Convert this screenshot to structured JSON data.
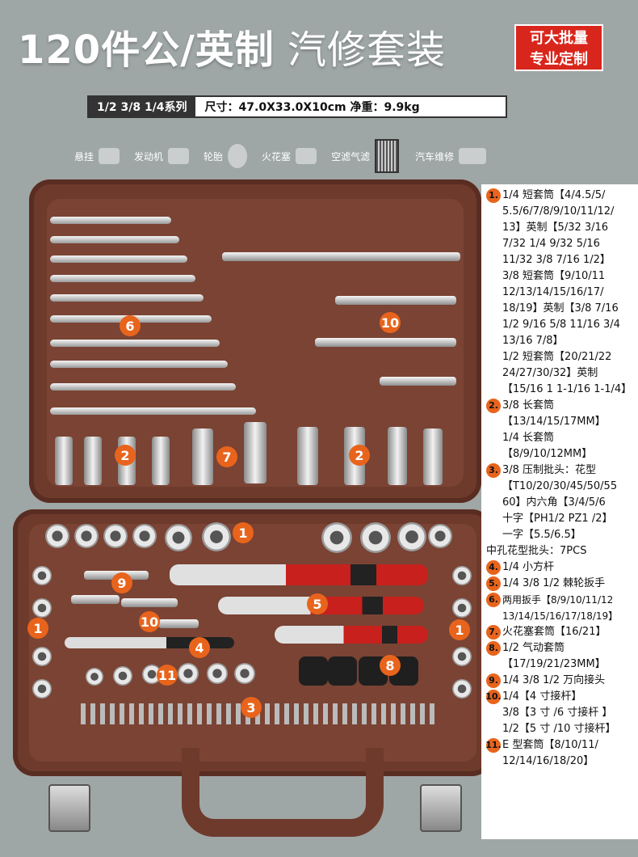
{
  "title": {
    "bold": "120件公/英制",
    "light": " 汽修套装"
  },
  "badge": {
    "line1": "可大批量",
    "line2": "专业定制"
  },
  "spec": {
    "series": "1/2 3/8 1/4系列",
    "size": "尺寸：47.0X33.0X10cm 净重：9.9kg"
  },
  "usage": [
    "悬挂",
    "发动机",
    "轮胎",
    "火花塞",
    "空滤气滤",
    "汽车维修"
  ],
  "markers": [
    "6",
    "10",
    "2",
    "7",
    "2",
    "1",
    "9",
    "5",
    "10",
    "4",
    "1",
    "1",
    "11",
    "8",
    "3"
  ],
  "panel": {
    "items": [
      {
        "n": "1.",
        "text": "1/4 短套筒【4/4.5/5/\n5.5/6/7/8/9/10/11/12/\n13】英制【5/32 3/16\n7/32 1/4 9/32 5/16\n11/32 3/8 7/16 1/2】\n3/8 短套筒【9/10/11\n12/13/14/15/16/17/\n18/19】英制【3/8 7/16\n1/2 9/16 5/8 11/16 3/4\n13/16 7/8】\n1/2 短套筒【20/21/22\n24/27/30/32】英制\n【15/16 1 1-1/16 1-1/4】"
      },
      {
        "n": "2.",
        "text": "3/8 长套筒\n【13/14/15/17MM】\n1/4 长套筒\n【8/9/10/12MM】"
      },
      {
        "n": "3.",
        "text": "3/8 压制批头：花型\n【T10/20/30/45/50/55\n60】内六角【3/4/5/6\n十字【PH1/2 PZ1 /2】\n一字【5.5/6.5】"
      },
      {
        "n": "",
        "text": "中孔花型批头：7PCS"
      },
      {
        "n": "4.",
        "text": "1/4 小方杆"
      },
      {
        "n": "5.",
        "text": "1/4  3/8  1/2 棘轮扳手"
      },
      {
        "n": "6.",
        "text": "两用扳手【8/9/10/11/12\n13/14/15/16/17/18/19】"
      },
      {
        "n": "7.",
        "text": "火花塞套筒【16/21】"
      },
      {
        "n": "8.",
        "text": "1/2 气动套筒\n【17/19/21/23MM】"
      },
      {
        "n": "9.",
        "text": "1/4 3/8 1/2 万向接头"
      },
      {
        "n": "10.",
        "text": "1/4【4 寸接杆】\n3/8【3 寸 /6 寸接杆 】\n1/2【5 寸 /10 寸接杆】"
      },
      {
        "n": "11.",
        "text": "E 型套筒【8/10/11/\n12/14/16/18/20】"
      }
    ]
  }
}
